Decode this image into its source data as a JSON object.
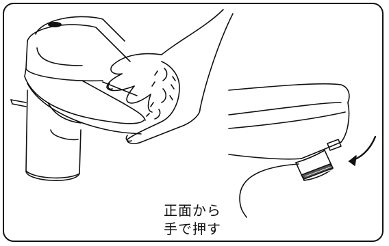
{
  "caption": {
    "line1": "正面から",
    "line2": "手で押す"
  },
  "illustration": {
    "left": "faucet-pressed-by-hand",
    "right": "aerator-close-up-with-arrow",
    "line_color": "#111111"
  }
}
